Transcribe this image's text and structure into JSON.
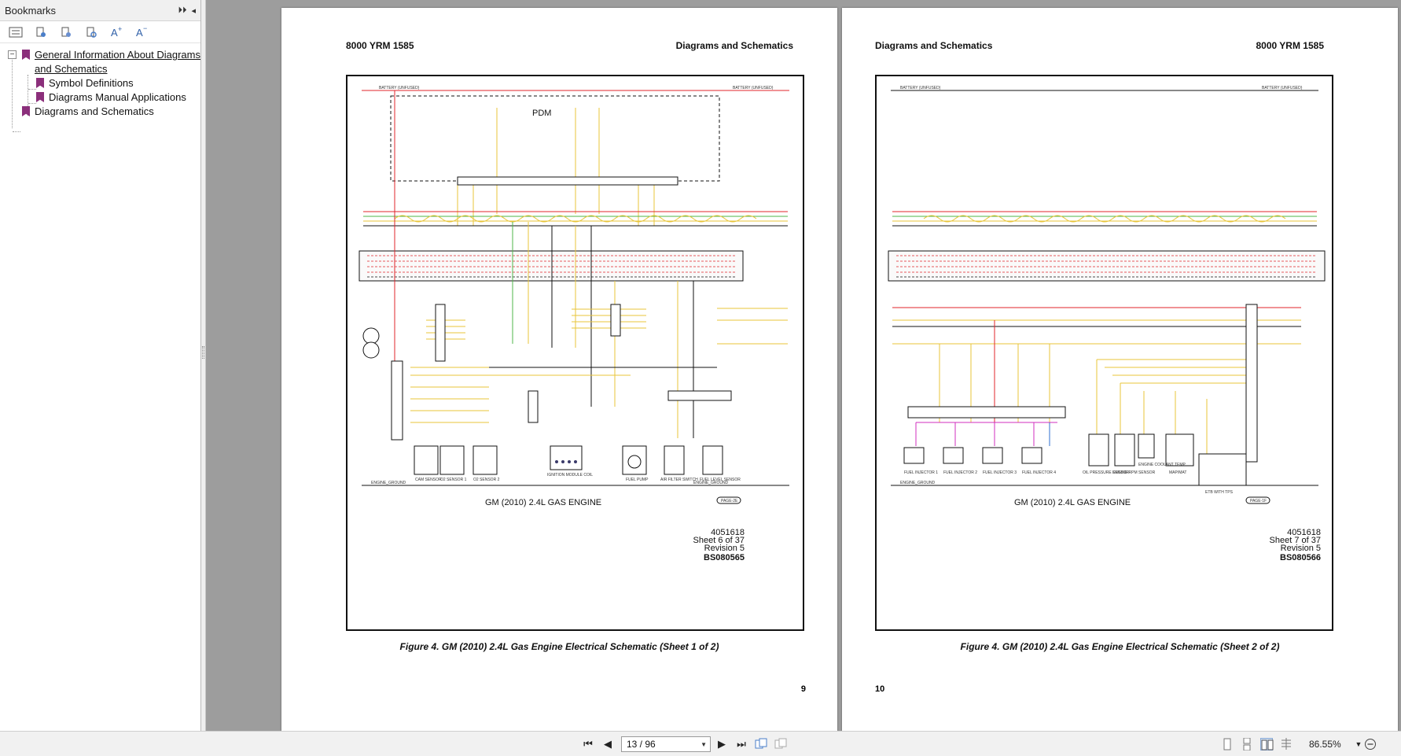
{
  "bookmarks": {
    "title": "Bookmarks",
    "collapse_glyph": "⏵⏵",
    "close_glyph": "◂",
    "items": [
      {
        "label_1": "General Information About Diagrams",
        "label_2": "and Schematics",
        "expander": "−"
      },
      {
        "label": "Symbol Definitions"
      },
      {
        "label": "Diagrams Manual Applications"
      },
      {
        "label": "Diagrams and Schematics"
      }
    ]
  },
  "page_left": {
    "header_left": "8000 YRM 1585",
    "header_right": "Diagrams and Schematics",
    "schematic_title": "GM (2010) 2.4L GAS ENGINE",
    "pdm_label": "PDM",
    "battery_label": "BATTERY (UNFUSED)",
    "engine_ground_label": "ENGINE_GROUND",
    "page_ref": "PAGE-2E",
    "drawing_number": "4051618",
    "sheet": "Sheet 6 of 37",
    "revision": "Revision 5",
    "bs_code": "BS080565",
    "caption": "Figure 4. GM (2010) 2.4L Gas Engine Electrical Schematic (Sheet 1 of 2)",
    "page_number": "9",
    "components": [
      "CAM SENSOR",
      "O2 SENSOR 1",
      "O2 SENSOR 2",
      "IGNITION MODULE COIL",
      "FUEL PUMP",
      "AIR FILTER SWITCH",
      "FUEL LEVEL SENSOR"
    ]
  },
  "page_right": {
    "header_left": "Diagrams and Schematics",
    "header_right": "8000 YRM 1585",
    "schematic_title": "GM (2010) 2.4L GAS ENGINE",
    "battery_label": "BATTERY (UNFUSED)",
    "engine_ground_label": "ENGINE_GROUND",
    "page_ref": "PAGE-1F",
    "drawing_number": "4051618",
    "sheet": "Sheet 7 of 37",
    "revision": "Revision 5",
    "bs_code": "BS080566",
    "caption": "Figure 4. GM (2010) 2.4L Gas Engine Electrical Schematic (Sheet 2 of 2)",
    "page_number": "10",
    "components": [
      "FUEL INJECTOR 1",
      "FUEL INJECTOR 2",
      "FUEL INJECTOR 3",
      "FUEL INJECTOR 4",
      "OIL PRESSURE SENSOR",
      "ENGINE RPM SENSOR",
      "ENGINE COOLANT TEMP",
      "MAP/MAT",
      "ETB WITH TPS"
    ]
  },
  "navigation": {
    "page_field": "13 / 96",
    "zoom": "86.55%"
  },
  "colors": {
    "wire_red": "#e0262b",
    "wire_yellow": "#e8c53a",
    "wire_green": "#4fb54a",
    "wire_magenta": "#d12fbf",
    "wire_blue": "#2f6fd1",
    "bookmark_flag": "#8b2f7b"
  }
}
